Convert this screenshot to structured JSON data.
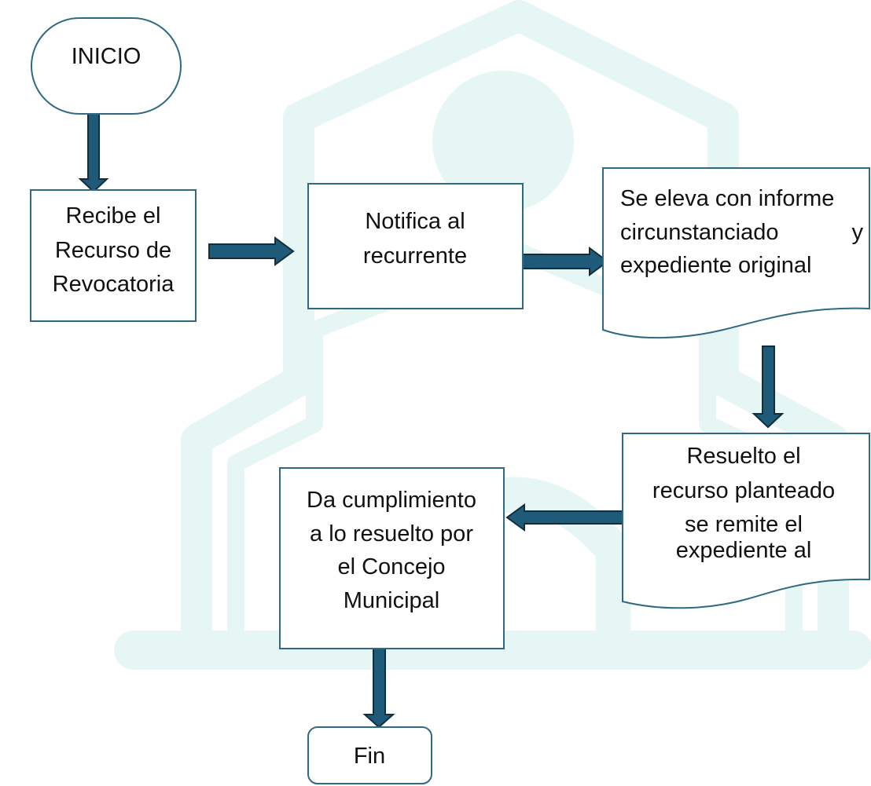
{
  "diagram": {
    "colors": {
      "stroke": "#2f6a82",
      "arrow_fill": "#1f5a78",
      "arrow_outline": "#0f2e40",
      "watermark": "#e6f6f4"
    },
    "nodes": {
      "inicio": {
        "shape": "terminator",
        "lines": [
          "INICIO"
        ]
      },
      "recibe": {
        "shape": "process",
        "lines": [
          "Recibe el",
          "Recurso de",
          "Revocatoria"
        ]
      },
      "notifica": {
        "shape": "process",
        "lines": [
          "Notifica al",
          "recurrente"
        ]
      },
      "eleva": {
        "shape": "document",
        "lines": [
          "Se eleva con informe",
          "circunstanciado",
          "y",
          "expediente original"
        ]
      },
      "resuelto": {
        "shape": "document",
        "lines": [
          "Resuelto el",
          "recurso  planteado",
          "se remite el",
          "expediente al"
        ]
      },
      "cumplimiento": {
        "shape": "process",
        "lines": [
          "Da cumplimiento",
          "a lo resuelto por",
          "el Concejo",
          "Municipal"
        ]
      },
      "fin": {
        "shape": "terminator",
        "lines": [
          "Fin"
        ]
      }
    },
    "edges": [
      {
        "from": "inicio",
        "to": "recibe"
      },
      {
        "from": "recibe",
        "to": "notifica"
      },
      {
        "from": "notifica",
        "to": "eleva"
      },
      {
        "from": "eleva",
        "to": "resuelto"
      },
      {
        "from": "resuelto",
        "to": "cumplimiento"
      },
      {
        "from": "cumplimiento",
        "to": "fin"
      }
    ]
  }
}
